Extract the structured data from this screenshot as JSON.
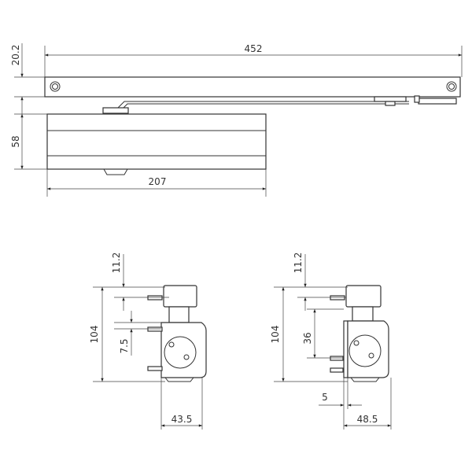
{
  "top_view": {
    "overall_length": "452",
    "rail_height": "20.2",
    "body_height": "58",
    "body_length": "207"
  },
  "side_view_left": {
    "overall_height": "104",
    "top_offset": "11.2",
    "pin_offset": "7.5",
    "depth": "43.5"
  },
  "side_view_right": {
    "overall_height": "104",
    "top_offset": "11.2",
    "pin_spacing": "36",
    "spacer": "5",
    "depth": "48.5"
  },
  "colors": {
    "line": "#333333",
    "background": "#ffffff"
  }
}
